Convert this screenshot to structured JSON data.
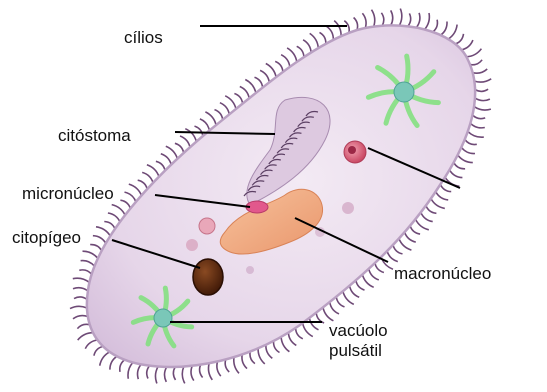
{
  "labels": {
    "cilios": "cílios",
    "citostoma": "citóstoma",
    "micronucleo": "micronúcleo",
    "citopigeo": "citopígeo",
    "macronucleo": "macronúcleo",
    "vacuolo_line1": "vacúolo",
    "vacuolo_line2": "pulsátil"
  },
  "colors": {
    "body_fill": "#e9dbeb",
    "membrane": "#b9a0c2",
    "cilia": "#6e4a76",
    "macronucleus": "#f2ae84",
    "micronucleus": "#e2588c",
    "cytopyge": "#5a260e",
    "vacuole_center": "#7ac7b8",
    "vacuole_rays": "#7ee07a",
    "food_vacuole": "#d96479",
    "leader_line": "#000000"
  }
}
